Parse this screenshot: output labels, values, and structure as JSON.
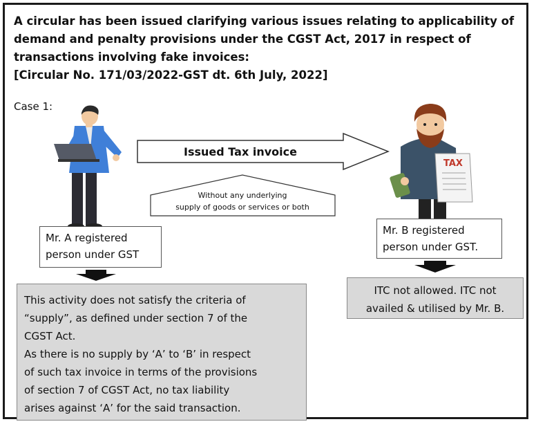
{
  "heading": {
    "line1": "A circular has been issued clarifying various issues relating to applicability of",
    "line2": "demand and penalty provisions under the CGST Act, 2017 in respect of",
    "line3": "transactions involving fake invoices:",
    "line4": "[Circular No. 171/03/2022-GST dt. 6th July, 2022]"
  },
  "case_label": "Case 1:",
  "arrow_label": "Issued Tax invoice",
  "note": {
    "line1": "Without any underlying",
    "line2": "supply of goods or services or both"
  },
  "tax_sign": "TAX",
  "person_a": {
    "line1": "Mr.  A registered",
    "line2": "person under GST"
  },
  "person_b": {
    "line1": "Mr. B registered",
    "line2": "person under GST."
  },
  "result_a": {
    "lines": [
      "This activity does not satisfy the criteria of",
      "“supply”, as defined under section 7 of the",
      "CGST Act.",
      "As there is no supply by ‘A’ to ‘B’ in respect",
      "of such tax invoice in terms of the provisions",
      "of section 7 of CGST Act, no tax liability",
      "arises against ‘A’ for the said transaction."
    ]
  },
  "result_b": {
    "line1": "ITC not allowed. ITC not",
    "line2": "availed & utilised by Mr. B."
  },
  "colors": {
    "jacket_blue": "#3f7fd8",
    "trousers": "#2b2b33",
    "skin": "#f2c9a0",
    "beard": "#8a3c1a",
    "gray_box": "#d9d9d9"
  }
}
